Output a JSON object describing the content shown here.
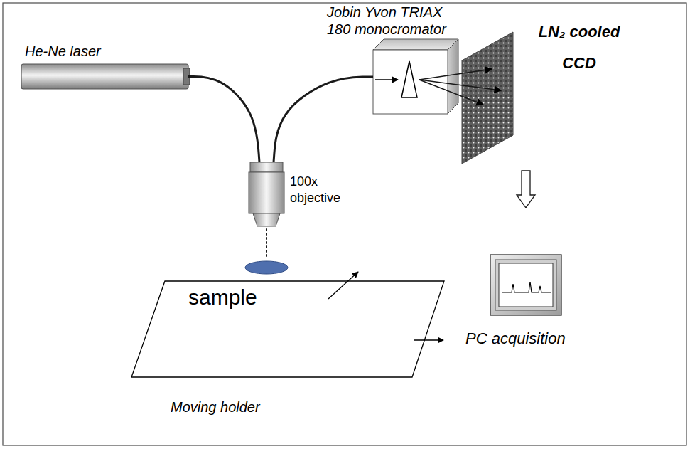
{
  "diagram": {
    "nodes": [
      {
        "text": [
          "He-Ne laser"
        ]
      },
      {
        "text": [
          "Jobin Yvon TRIAX 180 monocromator"
        ]
      },
      {
        "text": [
          "LN₂ cooled CCD"
        ]
      },
      {
        "text": [
          "100x objective"
        ]
      },
      {
        "text": [
          "sample",
          "Moving holder"
        ]
      },
      {
        "text": [
          "PC acquisition"
        ]
      }
    ],
    "edges": [
      {
        "from": 0,
        "to": 3,
        "arrow": "none"
      },
      {
        "from": 3,
        "to": 1,
        "arrow": "none"
      },
      {
        "from": 1,
        "to": 2,
        "arrow": "to"
      },
      {
        "from": 2,
        "to": 5,
        "arrow": "to"
      },
      {
        "from": 3,
        "to": 4,
        "arrow": "none"
      }
    ]
  }
}
